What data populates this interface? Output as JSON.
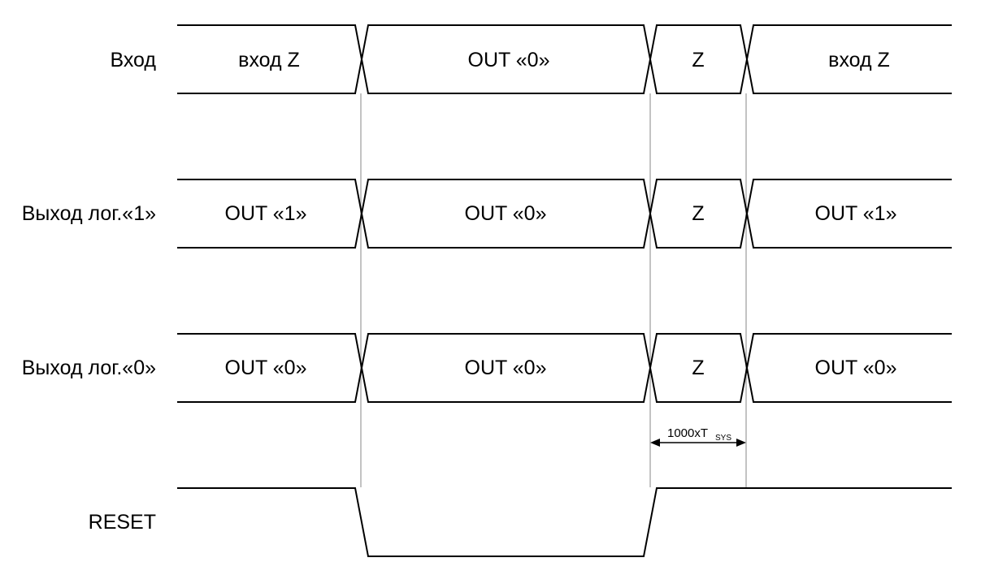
{
  "signals": [
    {
      "name": "Вход",
      "segments": [
        "вход Z",
        "OUT «0»",
        "Z",
        "вход Z"
      ]
    },
    {
      "name": "Выход лог.«1»",
      "segments": [
        "OUT «1»",
        "OUT «0»",
        "Z",
        "OUT «1»"
      ]
    },
    {
      "name": "Выход лог.«0»",
      "segments": [
        "OUT «0»",
        "OUT «0»",
        "Z",
        "OUT «0»"
      ]
    },
    {
      "name": "RESET",
      "levels": [
        "high",
        "low",
        "high",
        "high"
      ]
    }
  ],
  "duration": {
    "label": "1000xT",
    "subscript": "SYS"
  }
}
